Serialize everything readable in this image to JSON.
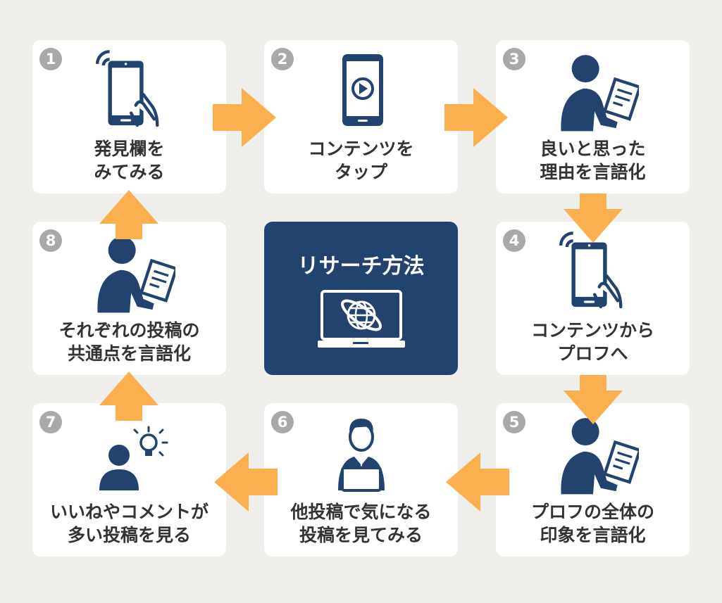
{
  "title": "リサーチ方法",
  "colors": {
    "navy": "#22436f",
    "arrow": "#fbb050",
    "badge": "#a9a9a9"
  },
  "steps": [
    {
      "num": "1",
      "line1": "発見欄を",
      "line2": "みてみる",
      "icon": "phone-hand-icon"
    },
    {
      "num": "2",
      "line1": "コンテンツを",
      "line2": "タップ",
      "icon": "phone-play-icon"
    },
    {
      "num": "3",
      "line1": "良いと思った",
      "line2": "理由を言語化",
      "icon": "person-writing-icon"
    },
    {
      "num": "4",
      "line1": "コンテンツから",
      "line2": "プロフへ",
      "icon": "phone-hand-icon"
    },
    {
      "num": "5",
      "line1": "プロフの全体の",
      "line2": "印象を言語化",
      "icon": "person-writing-icon"
    },
    {
      "num": "6",
      "line1": "他投稿で気になる",
      "line2": "投稿を見てみる",
      "icon": "person-laptop-icon"
    },
    {
      "num": "7",
      "line1": "いいねやコメントが",
      "line2": "多い投稿を見る",
      "icon": "person-idea-icon"
    },
    {
      "num": "8",
      "line1": "それぞれの投稿の",
      "line2": "共通点を言語化",
      "icon": "person-writing-icon"
    }
  ]
}
